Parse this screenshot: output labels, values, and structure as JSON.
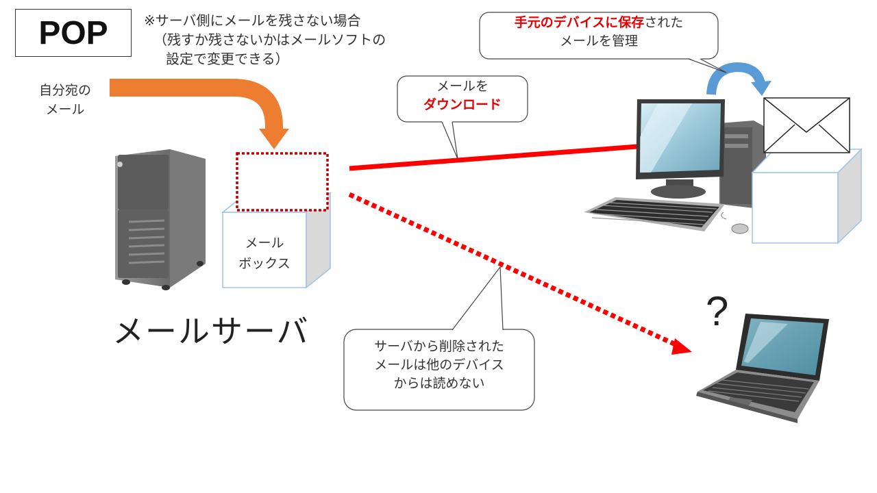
{
  "title": "POP",
  "note": {
    "line1": "※サーバ側にメールを残さない場合",
    "line2": "（残すか残さないかはメールソフトの",
    "line3": "設定で変更できる）"
  },
  "incoming_label": {
    "line1": "自分宛の",
    "line2": "メール"
  },
  "mailbox_label": {
    "line1": "メール",
    "line2": "ボックス"
  },
  "server_label": "メールサーバ",
  "callout_local": {
    "red": "手元のデバイスに保存",
    "rest": "された",
    "line2": "メールを管理"
  },
  "callout_download": {
    "line1": "メールを",
    "line2": "ダウンロード"
  },
  "callout_deleted": {
    "line1": "サーバから削除された",
    "line2": "メールは他のデバイス",
    "line3": "からは読めない"
  },
  "question_mark": "?",
  "icons": [
    "server-tower-icon",
    "desktop-computer-icon",
    "laptop-icon",
    "envelope-icon",
    "mailbox-icon"
  ],
  "colors": {
    "accent_red": "#e60000",
    "incoming_arrow": "#ed7d31",
    "sync_arrow": "#5b9bd5"
  }
}
